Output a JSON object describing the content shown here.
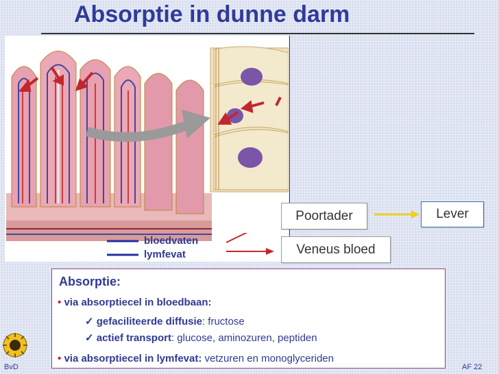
{
  "title": "Absorptie in dunne darm",
  "labels": {
    "poortader": "Poortader",
    "veneus_bloed": "Veneus bloed",
    "lever": "Lever",
    "bloedvaten": "bloedvaten",
    "lymfevat": "lymfevat"
  },
  "info": {
    "heading": "Absorptie:",
    "bullet1": "via absorptiecel in bloedbaan:",
    "sub1_bold": "gefaciliteerde diffusie",
    "sub1_rest": ": fructose",
    "sub2_bold": "actief transport",
    "sub2_rest": ": glucose, aminozuren, peptiden",
    "bullet2_bold": "via absorptiecel in lymfevat:",
    "bullet2_rest": " vetzuren en monoglyceriden"
  },
  "footer": {
    "left": "BvD",
    "right": "AF  22"
  },
  "colors": {
    "title": "#2f3b9a",
    "arrow_red": "#c1272d",
    "arrow_yellow": "#f0d020",
    "legend_line": "#2030a0"
  }
}
